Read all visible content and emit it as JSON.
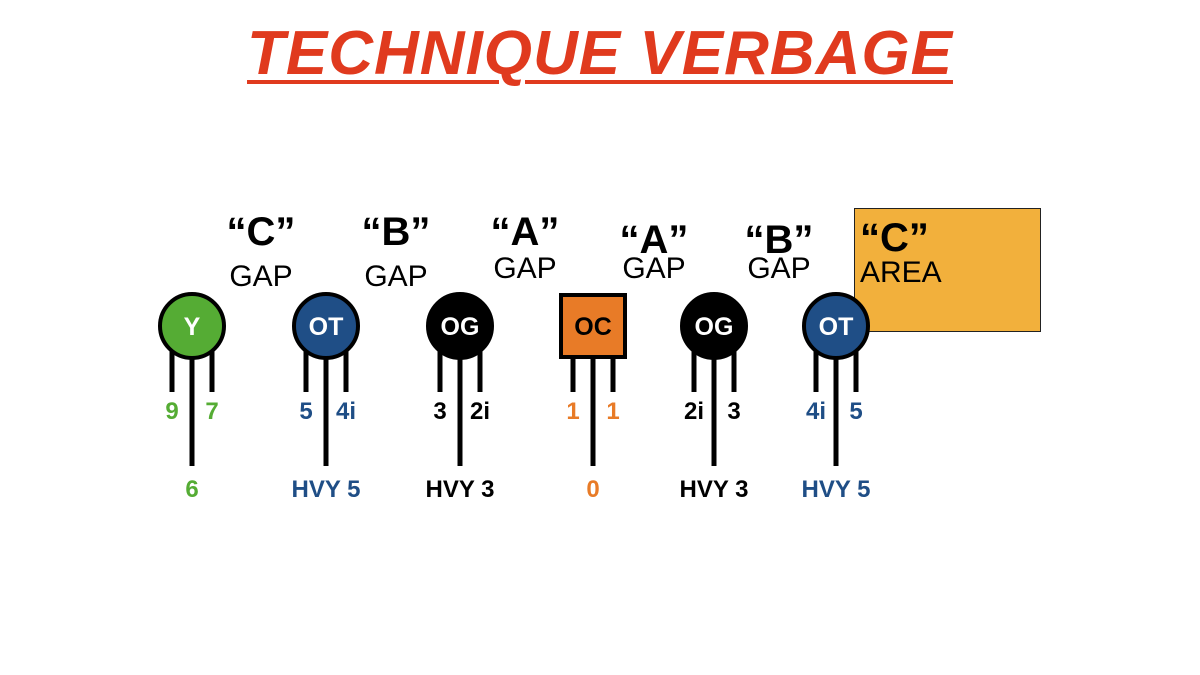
{
  "title": "TECHNIQUE VERBAGE",
  "colors": {
    "title": "#e03a1e",
    "green": "#55ac34",
    "blue": "#1f4e86",
    "black": "#000000",
    "orange": "#e87b27",
    "area": "#f2b03c"
  },
  "gaps": [
    {
      "letter": "“C”",
      "word": "GAP"
    },
    {
      "letter": "“B”",
      "word": "GAP"
    },
    {
      "letter": "“A”",
      "word": "GAP"
    },
    {
      "letter": "“A”",
      "word": "GAP"
    },
    {
      "letter": "“B”",
      "word": "GAP"
    }
  ],
  "area": {
    "letter": "“C”",
    "word": "AREA"
  },
  "players": [
    {
      "label": "Y",
      "shape": "circle",
      "color": "#55ac34",
      "left_tech": "9",
      "right_tech": "7",
      "bottom_tech": "6"
    },
    {
      "label": "OT",
      "shape": "circle",
      "color": "#1f4e86",
      "left_tech": "5",
      "right_tech": "4i",
      "bottom_tech": "HVY 5"
    },
    {
      "label": "OG",
      "shape": "circle",
      "color": "#000000",
      "left_tech": "3",
      "right_tech": "2i",
      "bottom_tech": "HVY 3"
    },
    {
      "label": "OC",
      "shape": "square",
      "color": "#e87b27",
      "left_tech": "1",
      "right_tech": "1",
      "bottom_tech": "0"
    },
    {
      "label": "OG",
      "shape": "circle",
      "color": "#000000",
      "left_tech": "2i",
      "right_tech": "3",
      "bottom_tech": "HVY 3"
    },
    {
      "label": "OT",
      "shape": "circle",
      "color": "#1f4e86",
      "left_tech": "4i",
      "right_tech": "5",
      "bottom_tech": "HVY 5"
    }
  ]
}
